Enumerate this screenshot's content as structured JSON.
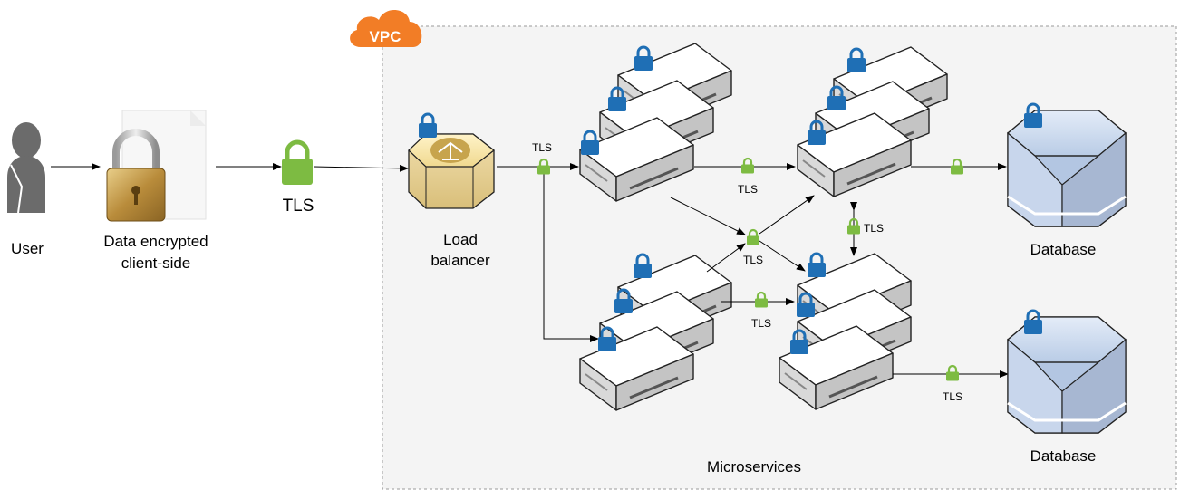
{
  "vpc": {
    "badge": "VPC"
  },
  "user": {
    "label": "User"
  },
  "client": {
    "label_line1": "Data encrypted",
    "label_line2": "client-side"
  },
  "tls_big": {
    "label": "TLS"
  },
  "load_balancer": {
    "label_line1": "Load",
    "label_line2": "balancer"
  },
  "tls_small": {
    "lb_out": "TLS",
    "top_mid": "TLS",
    "center": "TLS",
    "bottom_mid": "TLS",
    "vertical": "TLS",
    "db_bottom": "TLS"
  },
  "microservices": {
    "label": "Microservices"
  },
  "databases": {
    "top": "Database",
    "bottom": "Database"
  },
  "colors": {
    "lock_blue": "#1f6fb5",
    "lock_green": "#7dbb42",
    "vpc_orange": "#f27d26",
    "server_face": "#ffffff",
    "server_side": "#c9c9c9",
    "db_blue": "#c7d6ec"
  }
}
